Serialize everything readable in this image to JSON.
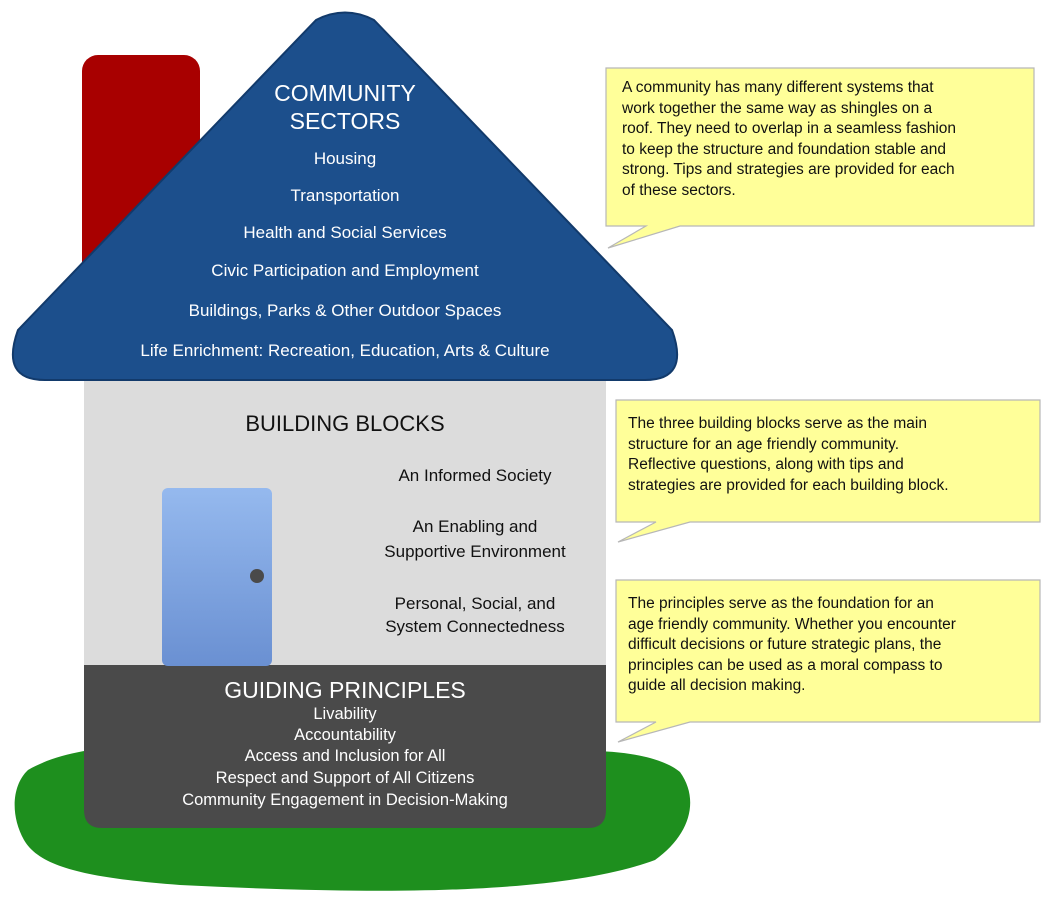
{
  "colors": {
    "roof": "#1c4f8c",
    "chimney": "#a80000",
    "walls": "#dcdcdc",
    "foundation": "#4a4a4a",
    "grass": "#1e8f1e",
    "door": "#7ea6e0",
    "callout": "#ffff99",
    "callout_border": "#b7b7b7"
  },
  "roof": {
    "title_line1": "COMMUNITY",
    "title_line2": "SECTORS",
    "items": [
      "Housing",
      "Transportation",
      "Health and Social Services",
      "Civic Participation and Employment",
      "Buildings, Parks & Other Outdoor Spaces",
      "Life Enrichment: Recreation, Education, Arts & Culture"
    ]
  },
  "building_blocks": {
    "title": "BUILDING BLOCKS",
    "item1": "An Informed Society",
    "item2_line1": "An Enabling and",
    "item2_line2": "Supportive Environment",
    "item3_line1": "Personal, Social, and",
    "item3_line2": "System Connectedness"
  },
  "guiding_principles": {
    "title": "GUIDING PRINCIPLES",
    "items": [
      "Livability",
      "Accountability",
      "Access and Inclusion for All",
      "Respect and Support of  All Citizens",
      "Community Engagement in Decision-Making"
    ]
  },
  "callouts": {
    "sectors": [
      "A community has many different systems that",
      "work together the same way as shingles on a",
      "roof. They need to overlap in a seamless fashion",
      "to keep the structure and foundation stable and",
      "strong. Tips and strategies are provided for each",
      "of these sectors."
    ],
    "blocks": [
      "The three building blocks serve as the main",
      "structure for an age friendly community.",
      "Reflective questions, along with tips and",
      "strategies are provided for each building block."
    ],
    "principles": [
      "The principles serve as the foundation for an",
      "age friendly community. Whether you encounter",
      "difficult decisions or future strategic plans, the",
      "principles can be used as a moral compass to",
      "guide all decision making."
    ]
  }
}
